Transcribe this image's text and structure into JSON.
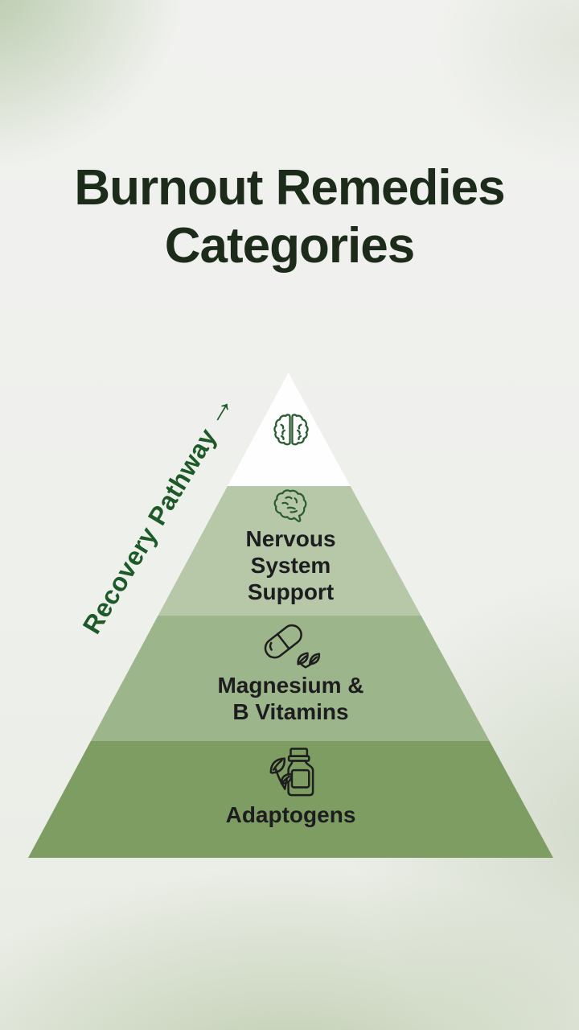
{
  "header": {
    "title_line1": "Burnout Remedies",
    "title_line2": "Categories"
  },
  "pathway": {
    "label": "Recovery Pathway",
    "arrow_icon": "→"
  },
  "pyramid": {
    "tiers": [
      {
        "id": "peak",
        "icon": "brain-front-icon",
        "color": "#fdfefd",
        "label": ""
      },
      {
        "id": "nervous-system-support",
        "icon": "brain-side-icon",
        "color": "#b6c8a8",
        "label": "Nervous System Support",
        "lines": [
          "Nervous",
          "System",
          "Support"
        ]
      },
      {
        "id": "magnesium-b-vitamins",
        "icon": "capsule-leaves-icon",
        "color": "#9db58b",
        "label": "Magnesium & B Vitamins",
        "lines": [
          "Magnesium &",
          "B Vitamins"
        ]
      },
      {
        "id": "adaptogens",
        "icon": "bottle-leaf-icon",
        "color": "#7e9d63",
        "label": "Adaptogens",
        "lines": [
          "Adaptogens"
        ]
      }
    ]
  },
  "colors": {
    "title": "#1d2c1a",
    "pathway": "#1d5a28",
    "tier_label": "#1d1d1f",
    "icon_green": "#2b5c31",
    "icon_dark": "#1e1e1e",
    "background": "#eef0ec"
  }
}
